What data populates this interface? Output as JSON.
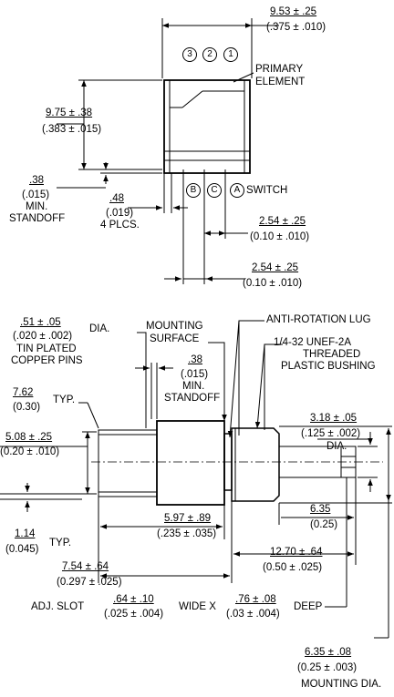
{
  "top_view": {
    "width_dim": {
      "metric": "9.53 ± .25",
      "imperial": "(.375 ± .010)"
    },
    "height_dim": {
      "metric": "9.75 ± .38",
      "imperial": "(.383 ± .015)"
    },
    "standoff": {
      "metric": ".38",
      "imperial": "(.015)",
      "line1": "MIN.",
      "line2": "STANDOFF"
    },
    "pin_thickness": {
      "metric": ".48",
      "imperial": "(.019)",
      "note": "4 PLCS."
    },
    "spacing_1": {
      "metric": "2.54 ± .25",
      "imperial": "(0.10 ± .010)"
    },
    "spacing_2": {
      "metric": "2.54 ± .25",
      "imperial": "(0.10 ± .010)"
    },
    "primary_element": {
      "line1": "PRIMARY",
      "line2": "ELEMENT"
    },
    "switch_label": "SWITCH",
    "pins_top": [
      "3",
      "2",
      "1"
    ],
    "pins_bottom": [
      "B",
      "C",
      "A"
    ]
  },
  "side_view": {
    "pin_dia": {
      "metric": ".51 ± .05",
      "imperial": "(.020 ± .002)",
      "suffix": "DIA.",
      "line1": "TIN PLATED",
      "line2": "COPPER PINS"
    },
    "mounting_surface": {
      "line1": "MOUNTING",
      "line2": "SURFACE"
    },
    "standoff": {
      "metric": ".38",
      "imperial": "(.015)",
      "line1": "MIN.",
      "line2": "STANDOFF"
    },
    "anti_rotation": "ANTI-ROTATION LUG",
    "bushing": {
      "line1": "1/4-32 UNEF-2A",
      "line2": "THREADED",
      "line3": "PLASTIC BUSHING"
    },
    "pin_pitch": {
      "metric": "7.62",
      "imperial": "(0.30)",
      "suffix": "TYP."
    },
    "body_height": {
      "metric": "5.08 ± .25",
      "imperial": "(0.20 ± .010)"
    },
    "shaft_dia": {
      "metric": "3.18 ± .05",
      "imperial": "(.125 ± .002)",
      "suffix": "DIA."
    },
    "pin_offset": {
      "metric": "1.14",
      "imperial": "(0.045)",
      "suffix": "TYP."
    },
    "body_len": {
      "metric": "5.97 ± .89",
      "imperial": "(.235 ± .035)"
    },
    "shaft_len": {
      "metric": "6.35",
      "imperial": "(0.25)"
    },
    "total_len": {
      "metric": "7.54 ± .64",
      "imperial": "(0.297 ± .025)"
    },
    "bushing_len": {
      "metric": "12.70 ± .64",
      "imperial": "(0.50 ± .025)"
    },
    "slot": {
      "prefix": "ADJ. SLOT",
      "w_metric": ".64 ± .10",
      "w_imperial": "(.025 ± .004)",
      "mid": "WIDE X",
      "d_metric": ".76 ± .08",
      "d_imperial": "(.03 ± .004)",
      "suffix": "DEEP"
    },
    "mount_dia": {
      "metric": "6.35 ± .08",
      "imperial": "(0.25 ± .003)",
      "label": "MOUNTING DIA."
    }
  }
}
